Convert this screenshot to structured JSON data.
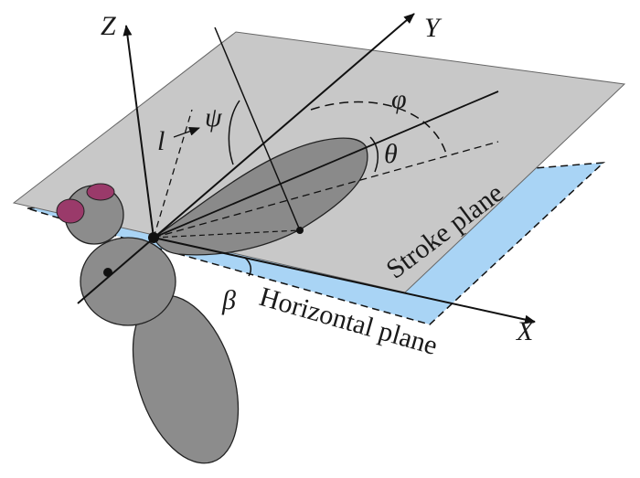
{
  "labels": {
    "axis_z": "Z",
    "axis_y": "Y",
    "axis_x": "X",
    "psi": "ψ",
    "phi": "φ",
    "theta": "θ",
    "l": "l",
    "beta": "β",
    "stroke_plane": "Stroke plane",
    "horizontal_plane": "Horizontal plane"
  },
  "colors": {
    "stroke_plane_fill": "#c8c8c8",
    "horizontal_plane_fill": "#a9d4f5",
    "wing_fill": "#8a8a8a",
    "body_fill": "#8c8c8c",
    "eye_fill": "#9a3a6a",
    "line": "#111111"
  }
}
